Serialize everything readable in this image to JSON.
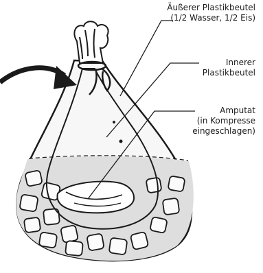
{
  "labels": {
    "outer_bag_line1": "Äußerer Plastikbeutel",
    "outer_bag_line2": "(1/2 Wasser, 1/2 Eis)",
    "inner_bag_line1": "Innerer",
    "inner_bag_line2": "Plastikbeutel",
    "amputat_line1": "Amputat",
    "amputat_line2": "(in Kompresse",
    "amputat_line3": "eingeschlagen)"
  },
  "colors": {
    "ink": "#1a1a1a",
    "outer_bag_fill": "#f7f7f7",
    "water_fill": "#dedede",
    "ice_fill": "#fbfbfb",
    "compress_fill": "#ffffff"
  }
}
